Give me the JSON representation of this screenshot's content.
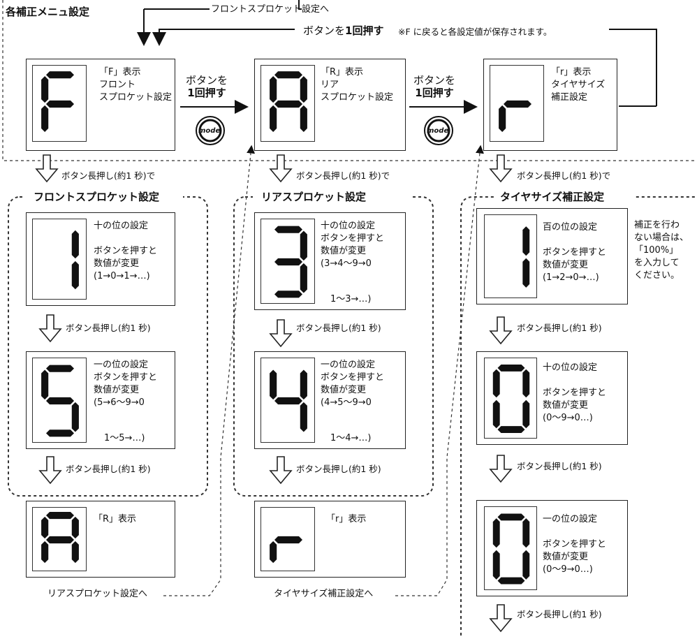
{
  "header": {
    "title": "各補正メニュ設定",
    "to_front": "フロントスプロケット設定へ",
    "press_once_a": "ボタンを",
    "press_once_b": "1回押す",
    "save_note": "※F に戻ると各設定値が保存されます。"
  },
  "top_row": {
    "press_line1": "ボタンを",
    "press_line2": "1回押す",
    "mode_label": "mode",
    "boxes": [
      {
        "char": "F",
        "lines": [
          "「F」表示",
          "フロント",
          "スプロケット設定"
        ]
      },
      {
        "char": "A",
        "lines": [
          "「R」表示",
          "リア",
          "スプロケット設定"
        ]
      },
      {
        "char": "r",
        "lines": [
          "「r」表示",
          "タイヤサイズ",
          "補正設定"
        ]
      }
    ]
  },
  "long_press": "ボタン長押し(約1 秒)で",
  "long_press_short": "ボタン長押し(約1 秒)",
  "columns": {
    "front": {
      "title": "フロントスプロケット設定",
      "d1": {
        "char": "1",
        "lines": [
          "十の位の設定",
          "",
          "ボタンを押すと",
          "数値が変更",
          "(1→0→1→…)"
        ]
      },
      "d2": {
        "char": "5",
        "lines": [
          "一の位の設定",
          "ボタンを押すと",
          "数値が変更",
          "(5→6〜9→0"
        ],
        "loop": "1〜5→…)"
      },
      "end": {
        "char": "A",
        "label": "「R」表示"
      },
      "next": "リアスプロケット設定へ"
    },
    "rear": {
      "title": "リアスプロケット設定",
      "d1": {
        "char": "3",
        "lines": [
          "十の位の設定",
          "ボタンを押すと",
          "数値が変更",
          "(3→4〜9→0"
        ],
        "loop": "1〜3→…)"
      },
      "d2": {
        "char": "4",
        "lines": [
          "一の位の設定",
          "ボタンを押すと",
          "数値が変更",
          "(4→5〜9→0"
        ],
        "loop": "1〜4→…)"
      },
      "end": {
        "char": "r",
        "label": "「r」表示"
      },
      "next": "タイヤサイズ補正設定へ"
    },
    "tire": {
      "title": "タイヤサイズ補正設定",
      "note": [
        "補正を行わ",
        "ない場合は、",
        "「100%」",
        "を入力して",
        "ください。"
      ],
      "d1": {
        "char": "1",
        "lines": [
          "百の位の設定",
          "",
          "ボタンを押すと",
          "数値が変更",
          "(1→2→0→…)"
        ]
      },
      "d2": {
        "char": "0",
        "lines": [
          "十の位の設定",
          "",
          "ボタンを押すと",
          "数値が変更",
          "(0〜9→0…)"
        ]
      },
      "d3": {
        "char": "0",
        "lines": [
          "一の位の設定",
          "",
          "ボタンを押すと",
          "数値が変更",
          "(0〜9→0…)"
        ]
      }
    }
  }
}
